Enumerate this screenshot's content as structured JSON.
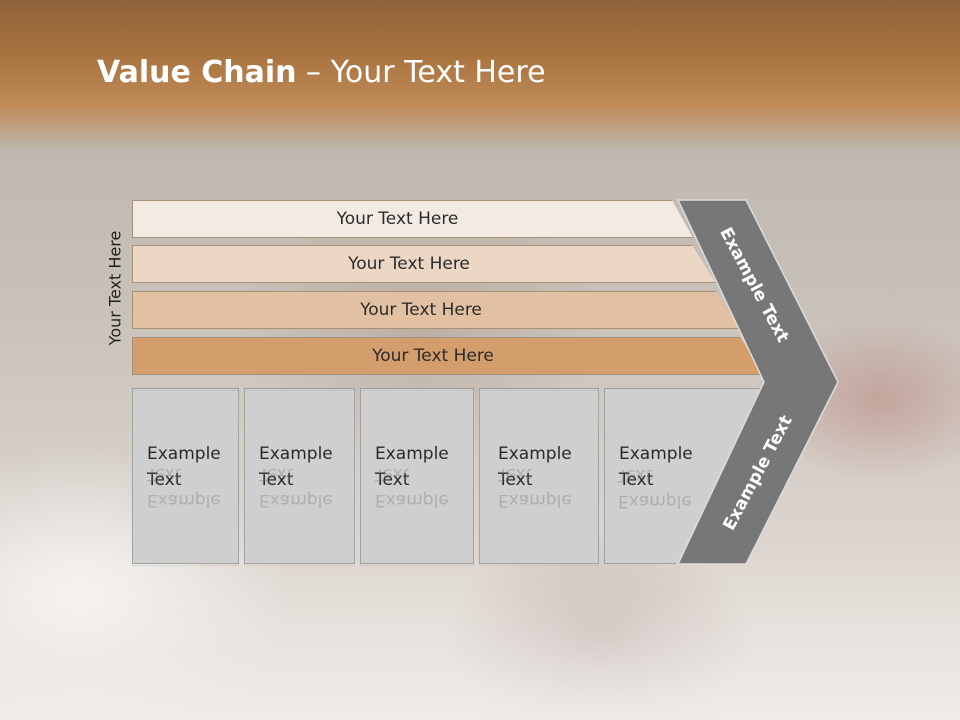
{
  "title": {
    "bold": "Value Chain",
    "rest": " – Your Text Here"
  },
  "side_label": "Your Text Here",
  "bars": [
    {
      "label": "Your Text Here",
      "color": "#f3ebe3"
    },
    {
      "label": "Your Text Here",
      "color": "#ecd7c4"
    },
    {
      "label": "Your Text Here",
      "color": "#e2c1a2"
    },
    {
      "label": "Your Text Here",
      "color": "#d39e6c"
    }
  ],
  "boxes": [
    {
      "line1": "Example",
      "line2": "Text"
    },
    {
      "line1": "Example",
      "line2": "Text"
    },
    {
      "line1": "Example",
      "line2": "Text"
    },
    {
      "line1": "Example",
      "line2": "Text"
    },
    {
      "line1": "Example",
      "line2": "Text"
    }
  ],
  "chevron": {
    "upper_text": "Example Text",
    "lower_text": "Example Text",
    "color": "#777777"
  }
}
